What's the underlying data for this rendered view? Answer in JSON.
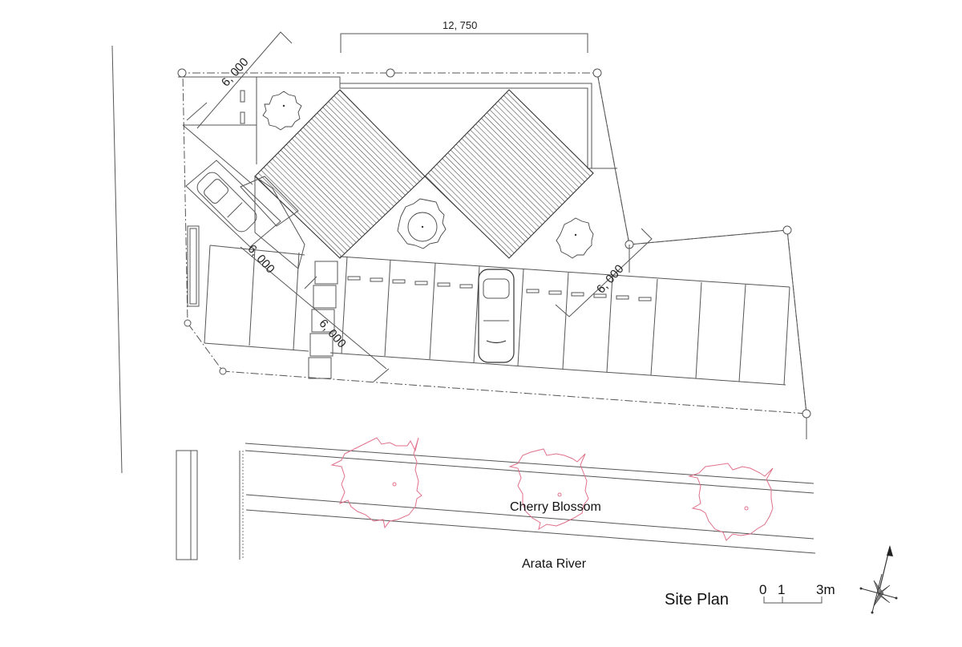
{
  "drawing": {
    "title": "Site Plan",
    "labels": {
      "trees": "Cherry Blossom",
      "river": "Arata River"
    },
    "dimensions": {
      "top_width": "12, 750",
      "left_diag": "6, 000",
      "mid_diag_upper": "6, 000",
      "mid_diag_lower": "6, 000",
      "right_diag": "6, 000"
    },
    "scale_bar": {
      "ticks": [
        "0",
        "1",
        "3m"
      ]
    },
    "north_arrow": "north-arrow-icon",
    "colors": {
      "line": "#555555",
      "cherry_blossom": "#e0708a",
      "text": "#111111"
    }
  }
}
